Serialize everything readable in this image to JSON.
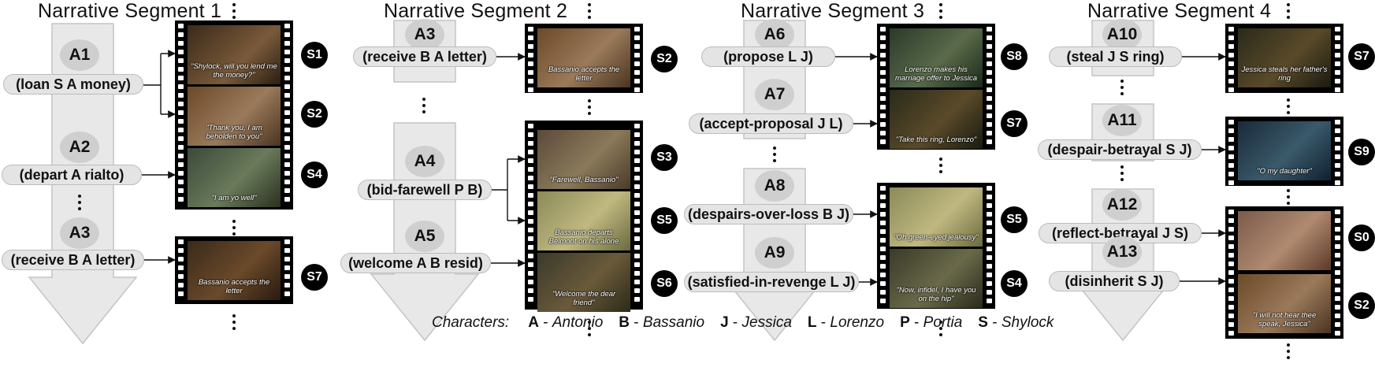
{
  "segments": [
    {
      "title": "Narrative Segment 1",
      "actions": [
        {
          "id": "A1",
          "label": "(loan S A money)"
        },
        {
          "id": "A2",
          "label": "(depart A rialto)"
        },
        {
          "id": "A3",
          "label": "(receive B A letter)"
        }
      ],
      "shots": [
        {
          "id": "S1",
          "caption": "\"Shylock, will you lend me the money?\""
        },
        {
          "id": "S2",
          "caption": "\"Thank you, I am beholden to you\""
        },
        {
          "id": "S4",
          "caption": "\"I am yo well\""
        },
        {
          "id": "S7",
          "caption": "Bassanio accepts the letter"
        }
      ]
    },
    {
      "title": "Narrative Segment 2",
      "actions": [
        {
          "id": "A3",
          "label": "(receive B A letter)"
        },
        {
          "id": "A4",
          "label": "(bid-farewell P B)"
        },
        {
          "id": "A5",
          "label": "(welcome A B resid)"
        }
      ],
      "shots": [
        {
          "id": "S2",
          "caption": "Bassanio accepts the letter"
        },
        {
          "id": "S3",
          "caption": "\"Farewell, Bassanio\""
        },
        {
          "id": "S5",
          "caption": "Bassanio departs Belmont on his alone"
        },
        {
          "id": "S6",
          "caption": "\"Welcome the dear friend\""
        }
      ]
    },
    {
      "title": "Narrative Segment 3",
      "actions": [
        {
          "id": "A6",
          "label": "(propose L J)"
        },
        {
          "id": "A7",
          "label": "(accept-proposal J L)"
        },
        {
          "id": "A8",
          "label": "(despairs-over-loss B J)"
        },
        {
          "id": "A9",
          "label": "(satisfied-in-revenge L J)"
        }
      ],
      "shots": [
        {
          "id": "S8",
          "caption": "Lorenzo makes his marriage offer to Jessica"
        },
        {
          "id": "S7",
          "caption": "\"Take this ring, Lorenzo\""
        },
        {
          "id": "S5",
          "caption": "\"Oh green-eyed jealousy\""
        },
        {
          "id": "S4",
          "caption": "\"Now, infidel, I have you on the hip\""
        }
      ]
    },
    {
      "title": "Narrative Segment 4",
      "actions": [
        {
          "id": "A10",
          "label": "(steal J S ring)"
        },
        {
          "id": "A11",
          "label": "(despair-betrayal S J)"
        },
        {
          "id": "A12",
          "label": "(reflect-betrayal J S)"
        },
        {
          "id": "A13",
          "label": "(disinherit S J)"
        }
      ],
      "shots": [
        {
          "id": "S7",
          "caption": "Jessica steals her father's ring"
        },
        {
          "id": "S9",
          "caption": "\"O my daughter\""
        },
        {
          "id": "S0",
          "caption": ""
        },
        {
          "id": "S2",
          "caption": "\"I will not hear thee speak, Jessica\""
        }
      ]
    }
  ],
  "legend": {
    "title": "Characters:",
    "items": [
      {
        "key": "A",
        "name": "Antonio"
      },
      {
        "key": "B",
        "name": "Bassanio"
      },
      {
        "key": "J",
        "name": "Jessica"
      },
      {
        "key": "L",
        "name": "Lorenzo"
      },
      {
        "key": "P",
        "name": "Portia"
      },
      {
        "key": "S",
        "name": "Shylock"
      }
    ]
  },
  "colors": {
    "arrow_fill": "#e8e8e8",
    "arrow_stroke": "#c4c4c4",
    "node_fill": "#cfcfcf",
    "pill_fill": "#e4e4e4",
    "badge_fill": "#000000",
    "film_frame_tones": [
      "#6b4a2a",
      "#7a5a3a",
      "#4a5a3a",
      "#5a4a3a",
      "#8a8a5a",
      "#3a4a5a"
    ]
  }
}
